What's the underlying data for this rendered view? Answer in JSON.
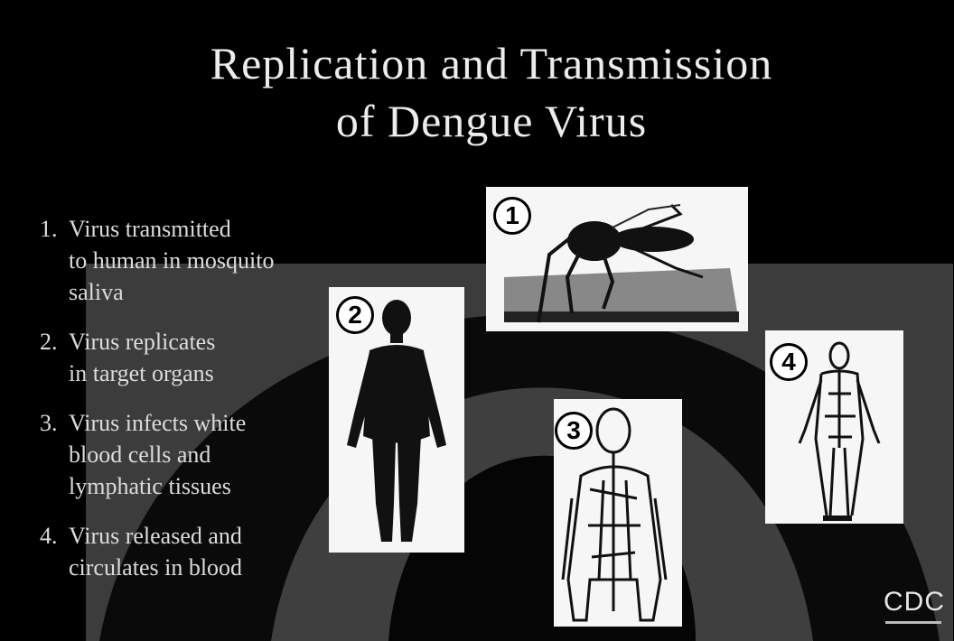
{
  "slide": {
    "title_line1": "Replication and Transmission",
    "title_line2": "of Dengue Virus",
    "logo": "CDC"
  },
  "steps": [
    {
      "num": "1.",
      "lines": [
        "Virus transmitted",
        "to human in mosquito",
        "saliva"
      ]
    },
    {
      "num": "2.",
      "lines": [
        "Virus replicates",
        "in target organs"
      ]
    },
    {
      "num": "3.",
      "lines": [
        "Virus infects white",
        "blood cells and",
        "lymphatic tissues"
      ]
    },
    {
      "num": "4.",
      "lines": [
        "Virus released and",
        "circulates in blood"
      ]
    }
  ],
  "panels": [
    {
      "badge": "1",
      "icon": "mosquito-icon"
    },
    {
      "badge": "2",
      "icon": "human-figure-icon"
    },
    {
      "badge": "3",
      "icon": "lymphatic-torso-icon"
    },
    {
      "badge": "4",
      "icon": "circulatory-system-icon"
    }
  ],
  "colors": {
    "background": "#000000",
    "text": "#f2f2f2",
    "panel": "#f6f6f6",
    "watermark": "#d9d9d9"
  }
}
